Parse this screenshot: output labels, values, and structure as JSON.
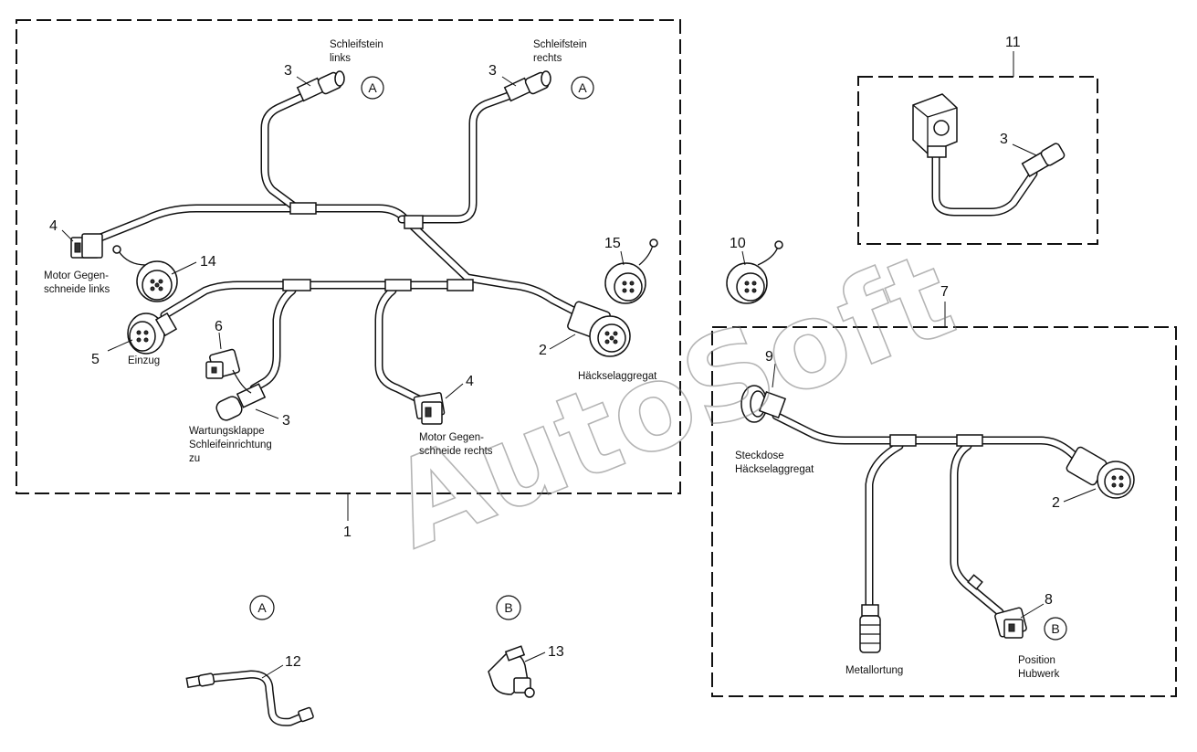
{
  "watermark": "AutoSoft",
  "groups": {
    "main": {
      "number": "1"
    },
    "front": {
      "number": "7"
    },
    "adapter": {
      "number": "11"
    }
  },
  "callouts": {
    "c3a": "3",
    "c3b": "3",
    "c3c": "3",
    "c3d": "3",
    "c4a": "4",
    "c4b": "4",
    "c14": "14",
    "c5": "5",
    "c6": "6",
    "c2a": "2",
    "c15": "15",
    "c10": "10",
    "c9": "9",
    "c2b": "2",
    "c8": "8",
    "c12": "12",
    "c13": "13"
  },
  "labels": {
    "schleifstein_links": [
      "Schleifstein",
      "links"
    ],
    "schleifstein_rechts": [
      "Schleifstein",
      "rechts"
    ],
    "motor_links": [
      "Motor Gegen-",
      "schneide links"
    ],
    "einzug": "Einzug",
    "wartung": [
      "Wartungsklappe",
      "Schleifeinrichtung",
      "zu"
    ],
    "motor_rechts": [
      "Motor Gegen-",
      "schneide rechts"
    ],
    "haeckselaggregat": "Häckselaggregat",
    "steckdose": [
      "Steckdose",
      "Häckselaggregat"
    ],
    "metallortung": "Metallortung",
    "position": [
      "Position",
      "Hubwerk"
    ]
  },
  "markers": {
    "A": "A",
    "B": "B"
  }
}
